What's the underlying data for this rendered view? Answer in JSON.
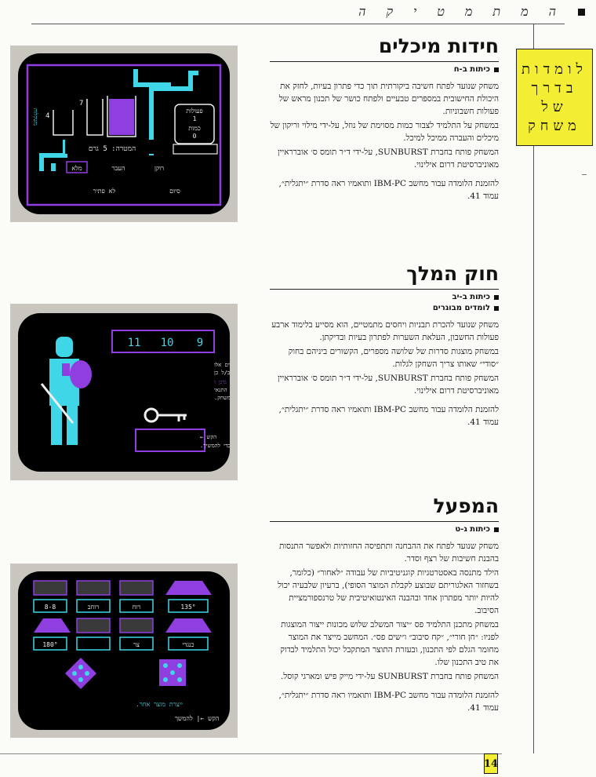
{
  "header": {
    "letters": [
      "ה",
      "מ",
      "ת",
      "מ",
      "ט",
      "י",
      "ק",
      "ה"
    ]
  },
  "topic_box": {
    "lines": [
      "לומדות",
      "בדרך",
      "של",
      "משחק"
    ]
  },
  "sections": [
    {
      "title": "חידות מיכלים",
      "tags": [
        "כיתות ב-ח"
      ],
      "body": [
        "משחק שנועד לפתח חשיבה ביקורתית תוך כדי פתרון בעיות, לחזק את היכולת החישובית במספרים טבעיים ולפתח כושר של תכנון מראש של פעולות חשבוניות.",
        "במשחק על התלמיד לצבור כמות מסוימת של נוזל, על-ידי מילוי וריקון של מיכלים והעברה ממיכל למיכל.",
        "המשחק פותח בחברת SUNBURST, על-ידי ד״ר תומס ס׳ אוברראיין מאוניברסיטת דרום אילינוי."
      ],
      "reference": "להזמנת הלומדה עבור מחשב IBM-PC ותואמיו ראה סדרת ״יתגלית״, עמוד 41."
    },
    {
      "title": "חוק המלך",
      "tags": [
        "כיתות ב-יב",
        "לומדים מבוגרים"
      ],
      "body": [
        "משחק שנועד להכרת תבניות ויחסים מתמטיים, הוא מסייע בלימוד ארבע פעולות החשבון, העלאת השערות לפתרון בעיות ובדיקתן.",
        "במשחק מוצגות סדרות של שלושה מספרים, הקשורים ביניהם בחוק ״סודי״ שאותו צריך השחקן לגלות.",
        "המשחק פותח בחברת SUNBURST, על-ידי ד״ר תומס ס׳ אוברראיין מאוניברסיטת דרום אילינוי."
      ],
      "reference": "להזמנת הלומדה עבור מחשב IBM-PC ותואמיו ראה סדרת ״יתגלית״, עמוד 41."
    },
    {
      "title": "המפעל",
      "tags": [
        "כיתות ג-ט"
      ],
      "body": [
        "משחק שנועד לפתח את ההבחנה ותתפיסה החזותיות ולאפשר התנסות בהבנת חשיבות של רצף וסדר.",
        "הילד מתנסה באסטרטגיות קוגניטיביות של עבודה ״לאחור״ (כלומר, בשחזור האלגוריתם שבוצע לקבלת המוצר הסופי), ברעיון שלבעיה יכול להיות יותר מפתרון אחד ובהבנה האינטואיטיבית של טרנספורמציית הסיבוב.",
        "במשחק מתכנן התלמיד פס ״יצור המשלב שלוש מכונות ייצור המוצגות לפניו: ״חן חורי״, ״קח סיבוב״ ו״שים פס״. המחשב מייצר את המוצר מחומר הגלם לפי התכנון, ובעזרת התוצר המתקבל יכול התלמיד לבדוק את טיב התכנון שלו.",
        "המשחק פותח בחברת SUNBURST על-ידי מייק פיש ומארגי קוסל."
      ],
      "reference": "להזמנת הלומדה עבור מחשב IBM-PC ותואמיו ראה סדרת ״יתגלית״, עמוד 41."
    }
  ],
  "screen1": {
    "ops_label": "פעולות",
    "ops_value": "1",
    "amount_label": "כמות",
    "amount_value": "0",
    "target": "המטרה: 5 גרם",
    "num_4": "4",
    "num_7": "7",
    "side_word": "משקלות",
    "btn_fill": "מלא",
    "btn_transfer": "העבר",
    "btn_empty": "רוקן",
    "btn_end": "סיום",
    "btn_unsolved": "לא פתיר"
  },
  "screen2": {
    "n1": "9",
    "n2": "10",
    "n3": "11",
    "line1": "הקש מספרים אלו",
    "line2": "מתאימים לחוק? ב/ל כן",
    "line3": "גרנן ו",
    "line4": "ובדוק את התנאי",
    "line5": "והבנה במשחק.",
    "cont1": "הקש ←",
    "cont2": "כדי להמשיך."
  },
  "screen3": {
    "cell1": "135°",
    "cell2": "רוח",
    "cell3": "רוחב",
    "cell4": "8-8",
    "cell5": "כנגדי",
    "cell6": "צר",
    "cell7": "180°",
    "bottom1": "ייצרת מוצר אחר.",
    "bottom2": "הקש ←| להמשך"
  },
  "page_number": "14",
  "colors": {
    "yellow": "#f3ee34",
    "screen_purple": "#8f3fe0",
    "screen_cyan": "#3fd6e8",
    "screen_bg": "#000000"
  }
}
